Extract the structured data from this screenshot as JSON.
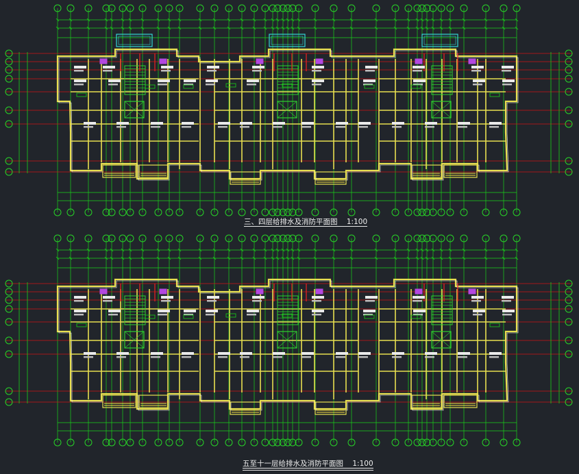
{
  "drawing": {
    "background": "#21252b",
    "colors": {
      "axis_line": "#d01515",
      "axis_bubble": "#27d427",
      "dimension": "#18d418",
      "wall": "#e8e050",
      "wall_inner": "#ffffff",
      "stair": "#2fd02f",
      "balcony": "#33d7d7",
      "room_text": "#f2f2f2",
      "note_text": "#ffe84a",
      "fixture": "#b347e0",
      "pipe": "#e02020"
    }
  },
  "plans": [
    {
      "title": "三、四层给排水及消防平面图",
      "scale": "1:100",
      "variant": "upper"
    },
    {
      "title": "五至十一层给排水及消防平面图",
      "scale": "1:100",
      "variant": "lower"
    }
  ]
}
